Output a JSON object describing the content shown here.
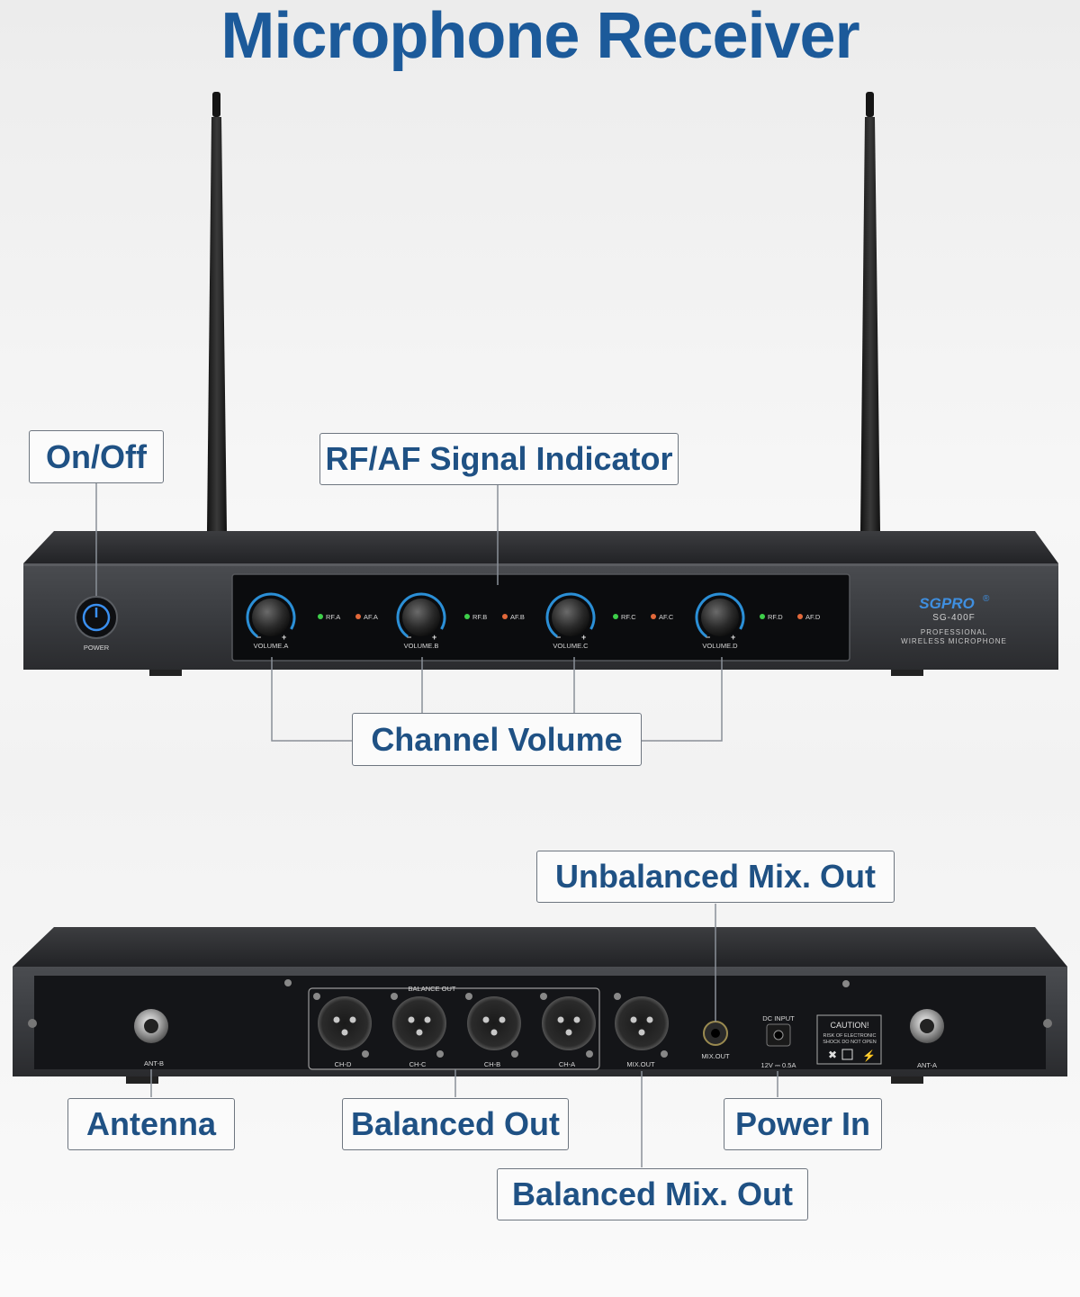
{
  "title": "Microphone Receiver",
  "callouts": {
    "on_off": "On/Off",
    "rf_af_indicator": "RF/AF Signal Indicator",
    "channel_volume": "Channel Volume",
    "unbalanced_mix_out": "Unbalanced Mix. Out",
    "antenna": "Antenna",
    "balanced_out": "Balanced Out",
    "power_in": "Power In",
    "balanced_mix_out": "Balanced Mix. Out"
  },
  "front_panel": {
    "power_label": "POWER",
    "brand": "SGPRO",
    "brand_mark": "®",
    "model": "SG-400F",
    "subtitle_1": "PROFESSIONAL",
    "subtitle_2": "WIRELESS MICROPHONE",
    "channels": [
      {
        "volume": "VOLUME.A",
        "rf": "RF.A",
        "af": "AF.A"
      },
      {
        "volume": "VOLUME.B",
        "rf": "RF.B",
        "af": "AF.B"
      },
      {
        "volume": "VOLUME.C",
        "rf": "RF.C",
        "af": "AF.C"
      },
      {
        "volume": "VOLUME.D",
        "rf": "RF.D",
        "af": "AF.D"
      }
    ],
    "knob_minus": "−",
    "knob_plus": "+"
  },
  "rear_panel": {
    "balance_out": "BALANCE OUT",
    "ports": [
      "CH-D",
      "CH-C",
      "CH-B",
      "CH-A"
    ],
    "mix_out_xlr": "MIX.OUT",
    "mix_out_jack": "MIX.OUT",
    "dc_input": "DC INPUT",
    "dc_rating": "12V ⎓ 0.5A",
    "caution": "CAUTION!",
    "caution_text_1": "RISK OF ELECTRONIC",
    "caution_text_2": "SHOCK DO NOT OPEN",
    "ant_b": "ANT-B",
    "ant_a": "ANT-A"
  },
  "colors": {
    "title": "#1c5a9a",
    "callout_text": "#1f5184",
    "led_rf": "#3ecf4a",
    "led_af": "#e2683a",
    "knob_ring": "#2b8fd6",
    "power_glow": "#3a8ff0"
  }
}
